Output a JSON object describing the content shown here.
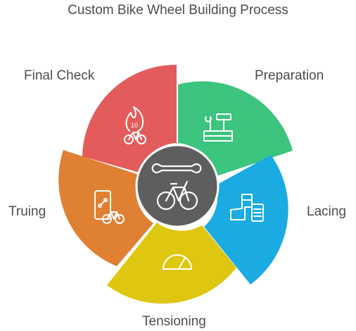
{
  "title": "Custom Bike Wheel Building Process",
  "center": {
    "icon": "wrench-and-bicycle-icon",
    "color": "#5e5e5e"
  },
  "steps": [
    {
      "label": "Preparation",
      "color": "#3dc47e",
      "icon": "toolbox-hammer-icon"
    },
    {
      "label": "Lacing",
      "color": "#1aabe3",
      "icon": "boot-and-spool-icon"
    },
    {
      "label": "Tensioning",
      "color": "#dfc610",
      "icon": "gauge-icon"
    },
    {
      "label": "Truing",
      "color": "#e08033",
      "icon": "phone-bike-icon"
    },
    {
      "label": "Final Check",
      "color": "#e45b5b",
      "icon": "flame-bike-icon"
    }
  ]
}
